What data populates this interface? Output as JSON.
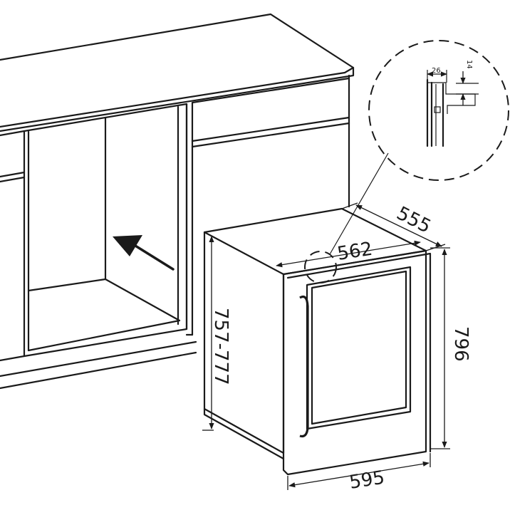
{
  "dimensions": {
    "depth": "555",
    "inner_width": "562",
    "height": "796",
    "niche_height": "757-777",
    "width": "595",
    "detail_gap": "26",
    "detail_offset": "14"
  },
  "icons": {
    "insert_arrow": "arrow-up-left-icon"
  }
}
